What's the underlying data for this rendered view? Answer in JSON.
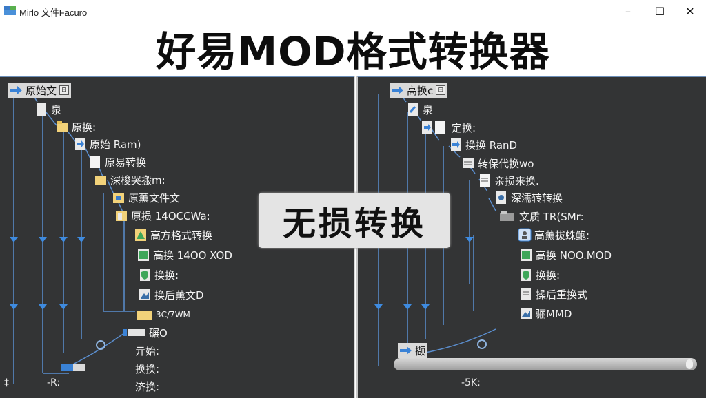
{
  "window": {
    "title": "Mirlo 文件Facuro",
    "minimize_glyph": "–",
    "maximize_glyph": "☐",
    "close_glyph": "✕"
  },
  "banner": {
    "title": "好易MOD格式转换器"
  },
  "overlay": {
    "label": "无损转换"
  },
  "left_tree": {
    "root": {
      "label": "原始文",
      "toggle": "⊟"
    },
    "nodes": [
      "泉",
      "原换:",
      "原始 Ram)",
      "原易转换",
      "深梭哭搬m:",
      "原薰文件文",
      "原损 14OCCWa:",
      "高方格式转换",
      "高换 14OO XOD",
      "换换:",
      "换后薰文D",
      "3C/7WM",
      "碾O",
      "亓始:",
      "换换:",
      "济换:"
    ],
    "bottom_left": "‡",
    "bottom_mid": "-R:"
  },
  "right_tree": {
    "root": {
      "label": "高换c",
      "toggle": "⊟"
    },
    "nodes": [
      "泉",
      "定换:",
      "换换 RanD",
      "转保代换wo",
      "亲损来换.",
      "深濡转转换",
      "文质 TR(SMr:",
      "高薰拔蛛鲍:",
      "高换 NOO.MOD",
      "换换:",
      "操后重换式",
      "骊MMD",
      "撷"
    ],
    "bottom_mid": "-5K:"
  },
  "colors": {
    "pane_bg": "#333435",
    "accent_blue": "#2f7fd0",
    "folder_yellow": "#f2d27a"
  }
}
